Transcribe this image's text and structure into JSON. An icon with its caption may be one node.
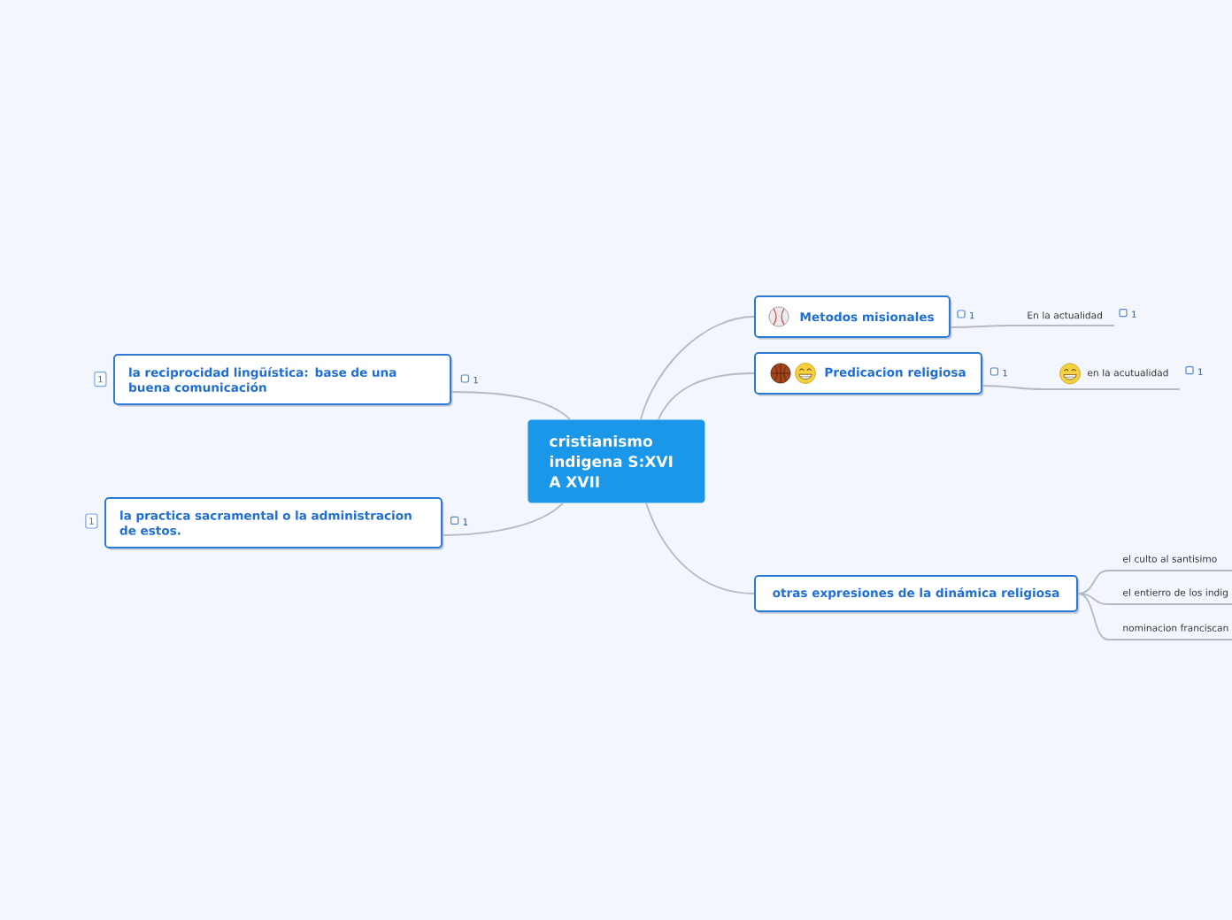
{
  "diagram": {
    "nodes": [
      {
        "text": [
          "cristianismo indigena S:XVI A XVII"
        ]
      },
      {
        "text": [
          "Metodos misionales"
        ]
      },
      {
        "text": [
          "Predicacion religiosa"
        ]
      },
      {
        "text": [
          "otras expresiones de la dinámica religiosa"
        ]
      },
      {
        "text": [
          "la reciprocidad lingüística: base de una buena comunicación"
        ]
      },
      {
        "text": [
          "la practica sacramental o la administracion de estos."
        ]
      },
      {
        "text": [
          "En la actualidad"
        ]
      },
      {
        "text": [
          "en la acutualidad"
        ]
      },
      {
        "text": [
          "el culto al santisimo"
        ]
      },
      {
        "text": [
          "el entierro de los indig"
        ]
      },
      {
        "text": [
          "nominacion franciscan"
        ]
      }
    ],
    "edges": [
      {
        "from": 0,
        "to": 1,
        "arrow": "none"
      },
      {
        "from": 0,
        "to": 2,
        "arrow": "none"
      },
      {
        "from": 0,
        "to": 3,
        "arrow": "none"
      },
      {
        "from": 0,
        "to": 4,
        "arrow": "none"
      },
      {
        "from": 0,
        "to": 5,
        "arrow": "none"
      },
      {
        "from": 1,
        "to": 6,
        "arrow": "none"
      },
      {
        "from": 2,
        "to": 7,
        "arrow": "none"
      },
      {
        "from": 3,
        "to": 8,
        "arrow": "none"
      },
      {
        "from": 3,
        "to": 9,
        "arrow": "none"
      },
      {
        "from": 3,
        "to": 10,
        "arrow": "none"
      }
    ],
    "labels": [
      "1",
      "1",
      "1",
      "1",
      "1",
      "1",
      "1",
      "1"
    ]
  }
}
